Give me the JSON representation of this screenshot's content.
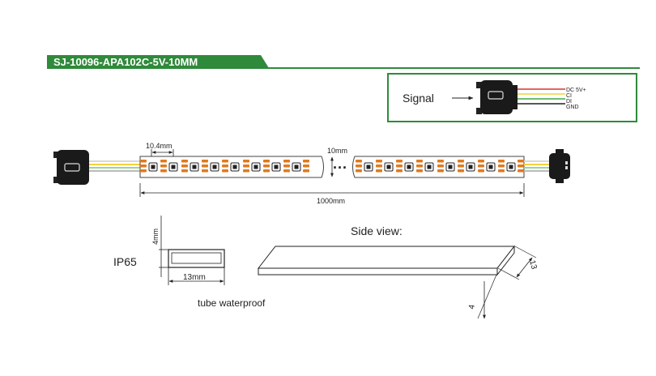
{
  "banner": {
    "title": "SJ-10096-APA102C-5V-10MM",
    "color": "#2f8a3b"
  },
  "signal_box": {
    "label": "Signal",
    "wires": [
      "DC 5V+",
      "CI",
      "DI",
      "GND"
    ],
    "wire_colors": [
      "#d8332b",
      "#f2d23a",
      "#3aa845",
      "#222222"
    ]
  },
  "strip": {
    "pitch_label": "10.4mm",
    "width_label": "10mm",
    "length_label": "1000mm",
    "led_color": "#e07a1f"
  },
  "section": {
    "rating": "IP65",
    "height_label": "4mm",
    "width_label": "13mm",
    "caption": "tube  waterproof"
  },
  "side_view": {
    "title": "Side view:",
    "depth_label": "13",
    "height_label": "4"
  }
}
